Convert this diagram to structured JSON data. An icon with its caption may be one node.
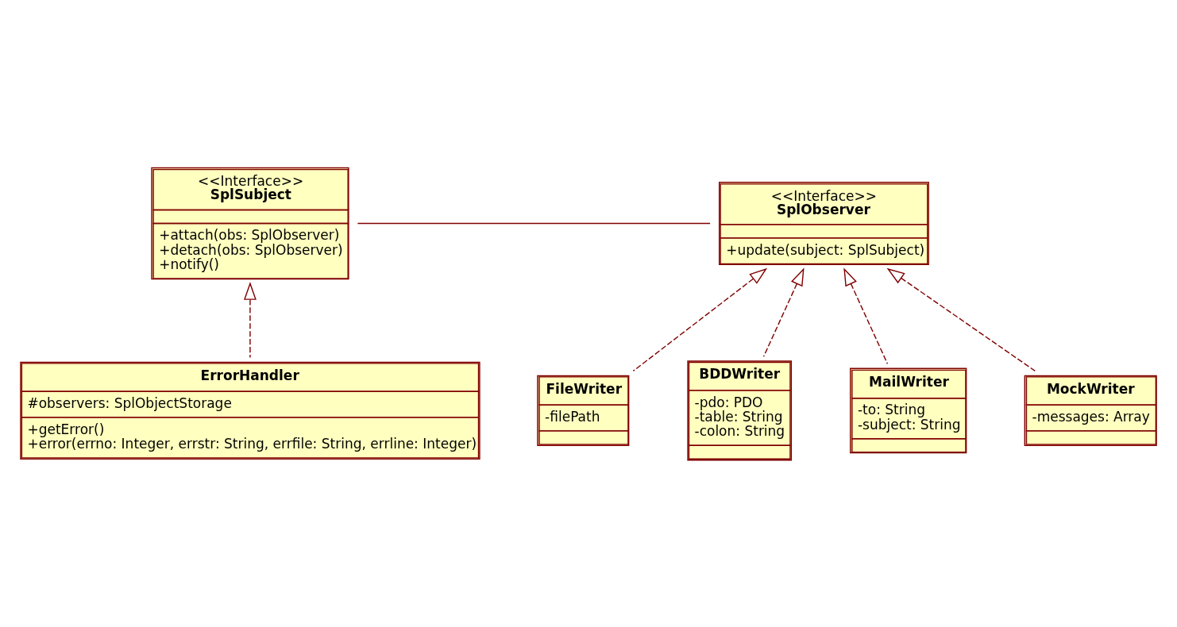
{
  "diagram": {
    "nodes": [
      {
        "text": [
          "<<Interface>>",
          "SplSubject",
          "+attach(obs: SplObserver)",
          "+detach(obs: SplObserver)",
          "+notify()"
        ]
      },
      {
        "text": [
          "<<Interface>>",
          "SplObserver",
          "+update(subject: SplSubject)"
        ]
      },
      {
        "text": [
          "FileWriter",
          "-filePath"
        ]
      },
      {
        "text": [
          "BDDWriter",
          "-pdo: PDO",
          "-table: String",
          "-colon: String"
        ]
      },
      {
        "text": [
          "ErrorHandler",
          "#observers: SplObjectStorage",
          "+getError()",
          "+error(errno: Integer, errstr: String, errfile: String, errline: Integer)"
        ]
      },
      {
        "text": [
          "MailWriter",
          "-to: String",
          "-subject: String"
        ]
      },
      {
        "text": [
          "MockWriter",
          "-messages: Array"
        ]
      }
    ],
    "edges": [
      {
        "from": 0,
        "to": 1,
        "arrow": "none"
      },
      {
        "from": 4,
        "to": 0,
        "arrow": "to",
        "style": "dashed"
      },
      {
        "from": 2,
        "to": 1,
        "arrow": "to",
        "style": "dashed"
      },
      {
        "from": 5,
        "to": 1,
        "arrow": "to",
        "style": "dashed"
      },
      {
        "from": 6,
        "to": 1,
        "arrow": "to",
        "style": "dashed"
      },
      {
        "from": 3,
        "to": 1,
        "arrow": "to",
        "style": "dashed"
      }
    ]
  }
}
